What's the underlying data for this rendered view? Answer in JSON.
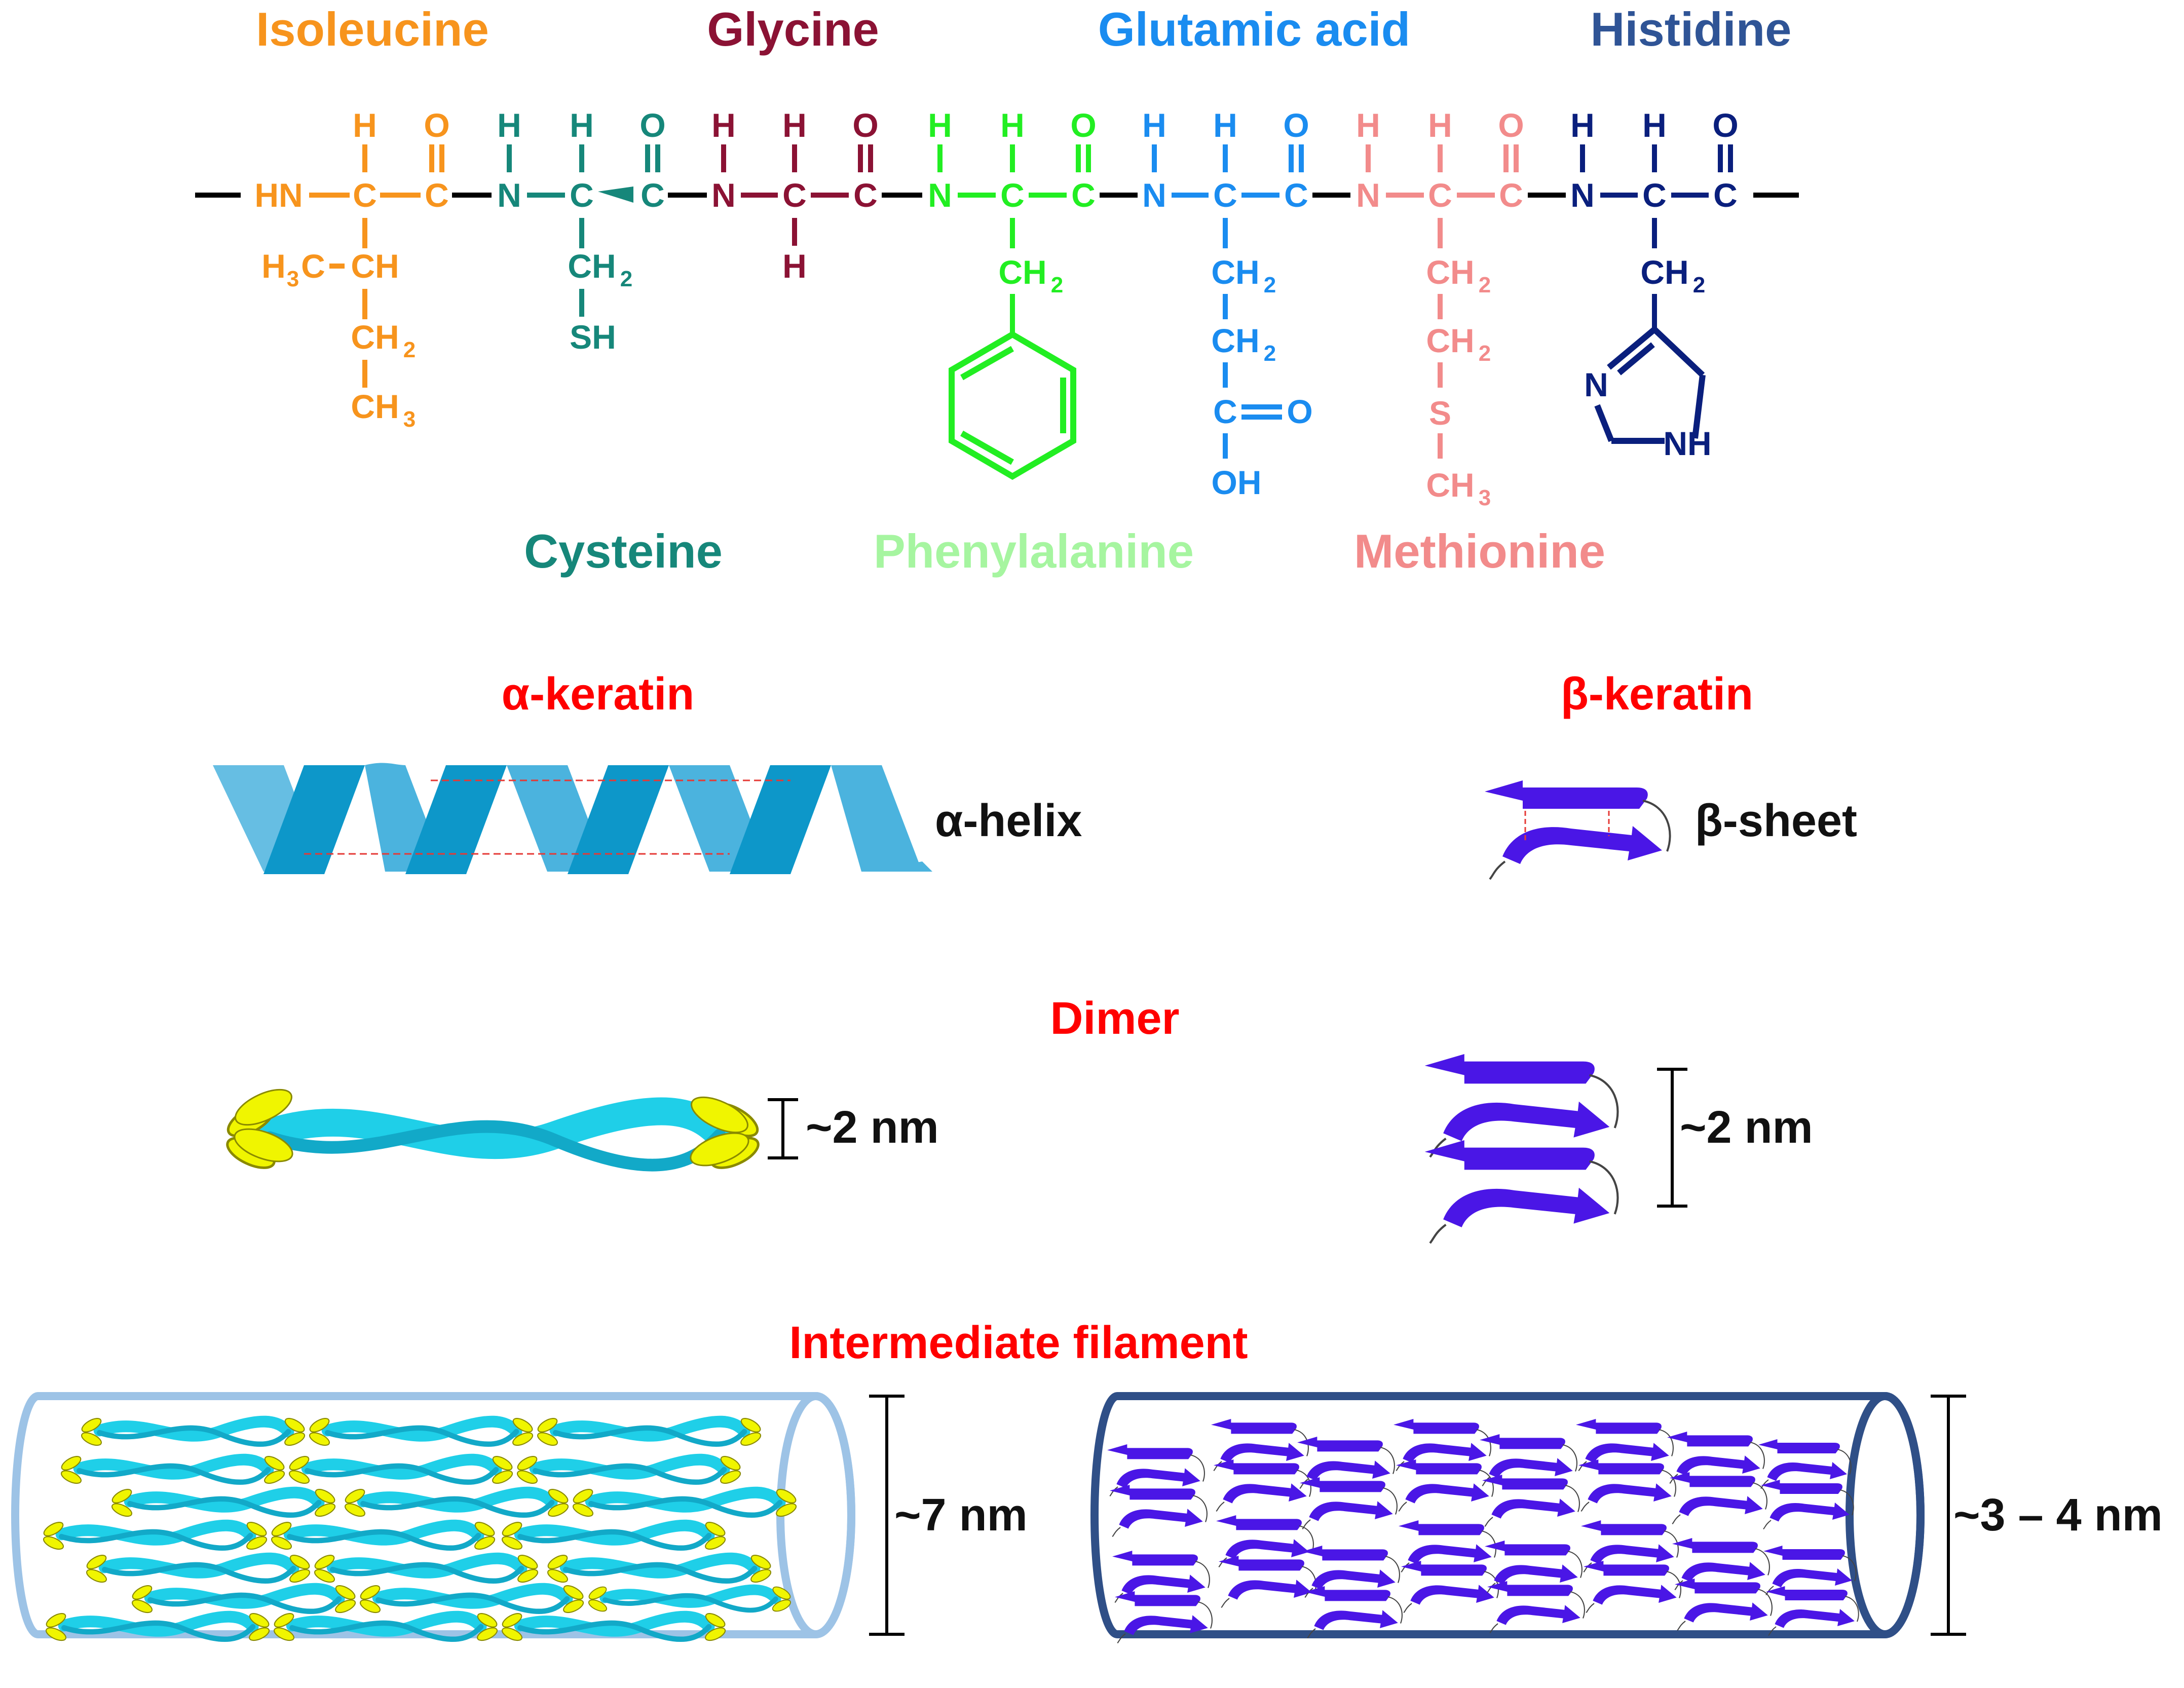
{
  "colors": {
    "isoleucine": "#f7941d",
    "cysteine": "#16877a",
    "glycine": "#8b1234",
    "phenylalanine": "#22ee22",
    "phenylalanine_label": "#a6f5a0",
    "glutamic_acid": "#1a8cf0",
    "methionine": "#f28b8b",
    "histidine": "#0a1f7d",
    "histidine_label": "#2f5496",
    "section_title": "#ff0000",
    "helix": "#4bb3de",
    "helix_dark": "#0d97c9",
    "dimer_coil": "#1fcfe8",
    "terminal_head": "#f0f500",
    "beta_arrow": "#4a16e6",
    "alpha_tube": "#9dc3e6",
    "beta_tube": "#2f4f87"
  },
  "residues": [
    {
      "key": "isoleucine",
      "name": "Isoleucine"
    },
    {
      "key": "cysteine",
      "name": "Cysteine"
    },
    {
      "key": "glycine",
      "name": "Glycine"
    },
    {
      "key": "phenylalanine",
      "name": "Phenylalanine"
    },
    {
      "key": "glutamic_acid",
      "name": "Glutamic acid"
    },
    {
      "key": "methionine",
      "name": "Methionine"
    },
    {
      "key": "histidine",
      "name": "Histidine"
    }
  ],
  "atoms": {
    "h": "H",
    "o": "O",
    "c": "C",
    "n": "N",
    "hn": "HN",
    "s": "S",
    "sh": "SH",
    "oh": "OH",
    "nh": "NH",
    "ch": "CH",
    "ch2": "CH",
    "ch3": "CH",
    "h3c": "H",
    "h3c_c": "C",
    "two": "2",
    "three": "3"
  },
  "sections": {
    "alpha_keratin": "α-keratin",
    "beta_keratin": "β-keratin",
    "dimer": "Dimer",
    "intermediate_filament": "Intermediate filament"
  },
  "annotations": {
    "alpha_helix": "α-helix",
    "beta_sheet": "β-sheet",
    "dimer_alpha_size": "~2 nm",
    "dimer_beta_size": "~2 nm",
    "filament_alpha_size": "~7 nm",
    "filament_beta_size": "~3 – 4 nm"
  }
}
